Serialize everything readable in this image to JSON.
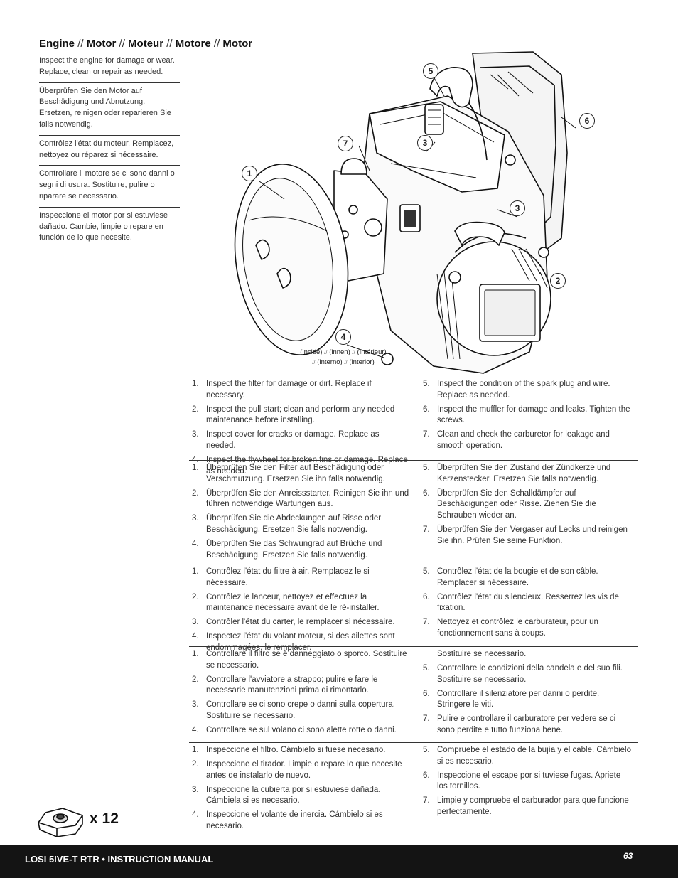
{
  "title": {
    "parts": [
      "Engine",
      "Motor",
      "Moteur",
      "Motore",
      "Motor"
    ],
    "separator": "//"
  },
  "intro": [
    "Inspect the engine for damage or wear. Replace, clean or repair as needed.",
    "Überprüfen Sie den Motor auf Beschädigung und Abnutzung. Ersetzen, reinigen oder reparieren Sie falls notwendig.",
    "Contrôlez l'état du moteur. Remplacez, nettoyez ou réparez si nécessaire.",
    "Controllare il motore se ci sono danni o segni di usura. Sostituire, pulire o riparare se necessario.",
    "Inspeccione el motor por si estuviese dañado. Cambie, limpie o repare en función de lo que necesite."
  ],
  "callouts": [
    "5",
    "6",
    "7",
    "3",
    "1",
    "3",
    "2",
    "4"
  ],
  "caption": {
    "line1": [
      "(inside)",
      "(innen)",
      "(Intérieur)"
    ],
    "line2": [
      "(interno)",
      "(interior)"
    ],
    "separator": "//"
  },
  "instructions": [
    {
      "left": [
        {
          "n": "1.",
          "text": "Inspect the filter for damage or dirt. Replace if necessary."
        },
        {
          "n": "2.",
          "text": "Inspect the pull start; clean and perform any needed maintenance before installing."
        },
        {
          "n": "3.",
          "text": "Inspect cover for cracks or damage. Replace as needed."
        },
        {
          "n": "4.",
          "text": "Inspect the flywheel for broken fins or damage. Replace as needed."
        }
      ],
      "right": [
        {
          "n": "5.",
          "text": "Inspect the condition of the spark plug and wire. Replace as needed."
        },
        {
          "n": "6.",
          "text": "Inspect the muffler for damage and leaks. Tighten the screws."
        },
        {
          "n": "7.",
          "text": "Clean and check the carburetor for leakage and smooth operation."
        }
      ]
    },
    {
      "left": [
        {
          "n": "1.",
          "text": "Überprüfen Sie den Filter auf Beschädigung oder Verschmutzung. Ersetzen Sie ihn falls notwendig."
        },
        {
          "n": "2.",
          "text": "Überprüfen Sie den Anreissstarter. Reinigen Sie ihn und führen notwendige Wartungen aus."
        },
        {
          "n": "3.",
          "text": "Überprüfen Sie die Abdeckungen auf Risse oder Beschädigung. Ersetzen Sie falls notwendig."
        },
        {
          "n": "4.",
          "text": "Überprüfen Sie das Schwungrad auf Brüche und Beschädigung.  Ersetzen Sie falls notwendig."
        }
      ],
      "right": [
        {
          "n": "5.",
          "text": "Überprüfen Sie den Zustand der Zündkerze und Kerzenstecker. Ersetzen Sie falls notwendig."
        },
        {
          "n": "6.",
          "text": "Überprüfen Sie den Schalldämpfer auf Beschädigungen oder Risse. Ziehen Sie die Schrauben wieder an."
        },
        {
          "n": "7.",
          "text": "Überprüfen Sie den Vergaser auf Lecks und reinigen Sie ihn. Prüfen Sie seine Funktion."
        }
      ]
    },
    {
      "left": [
        {
          "n": "1.",
          "text": "Contrôlez l'état du filtre à air. Remplacez le si nécessaire."
        },
        {
          "n": "2.",
          "text": "Contrôlez le lanceur, nettoyez et effectuez la maintenance nécessaire avant de le ré-installer."
        },
        {
          "n": "3.",
          "text": "Contrôler l'état du carter, le remplacer si nécessaire."
        },
        {
          "n": "4.",
          "text": "Inspectez l'état du volant moteur, si des ailettes sont endommagées, le remplacer."
        }
      ],
      "right": [
        {
          "n": "5.",
          "text": "Contrôlez l'état de la bougie et de son câble. Remplacer si nécessaire."
        },
        {
          "n": "6.",
          "text": "Contrôlez l'état du silencieux. Resserrez les vis de fixation."
        },
        {
          "n": "7.",
          "text": "Nettoyez et contrôlez le carburateur, pour un fonctionnement sans à coups."
        }
      ]
    },
    {
      "left": [
        {
          "n": "1.",
          "text": "Controllare il filtro se è danneggiato o sporco. Sostituire se necessario."
        },
        {
          "n": "2.",
          "text": "Controllare l'avviatore a strappo; pulire e fare le necessarie manutenzioni prima di rimontarlo."
        },
        {
          "n": "3.",
          "text": "Controllare se ci sono crepe o danni sulla copertura. Sostituire se necessario."
        },
        {
          "n": "4.",
          "text": "Controllare se sul volano ci sono alette rotte o danni."
        }
      ],
      "right": [
        {
          "n": "",
          "text": "Sostituire se necessario."
        },
        {
          "n": "5.",
          "text": "Controllare le condizioni della candela e del suo fili. Sostituire se necessario."
        },
        {
          "n": "6.",
          "text": "Controllare il silenziatore per danni o perdite. Stringere le viti."
        },
        {
          "n": "7.",
          "text": "Pulire e controllare il carburatore per vedere se ci sono perdite e tutto funziona bene."
        }
      ]
    },
    {
      "left": [
        {
          "n": "1.",
          "text": "Inspeccione el filtro. Cámbielo si fuese necesario."
        },
        {
          "n": "2.",
          "text": "Inspeccione el tirador. Limpie o repare lo que necesite antes de instalarlo de nuevo."
        },
        {
          "n": "3.",
          "text": "Inspeccione la cubierta por si estuviese dañada. Cámbiela si es necesario."
        },
        {
          "n": "4.",
          "text": "Inspeccione el volante de inercia. Cámbielo si es necesario."
        }
      ],
      "right": [
        {
          "n": "5.",
          "text": "Compruebe el estado de la bujía y el cable. Cámbielo si es necesario."
        },
        {
          "n": "6.",
          "text": "Inspeccione el escape por si tuviese fugas. Apriete los tornillos."
        },
        {
          "n": "7.",
          "text": "Limpie y compruebe el carburador para que funcione perfectamente."
        }
      ]
    }
  ],
  "quantity": "x 12",
  "footer": {
    "manual_title": "LOSI 5IVE-T RTR • INSTRUCTION MANUAL",
    "page_number": "63"
  }
}
